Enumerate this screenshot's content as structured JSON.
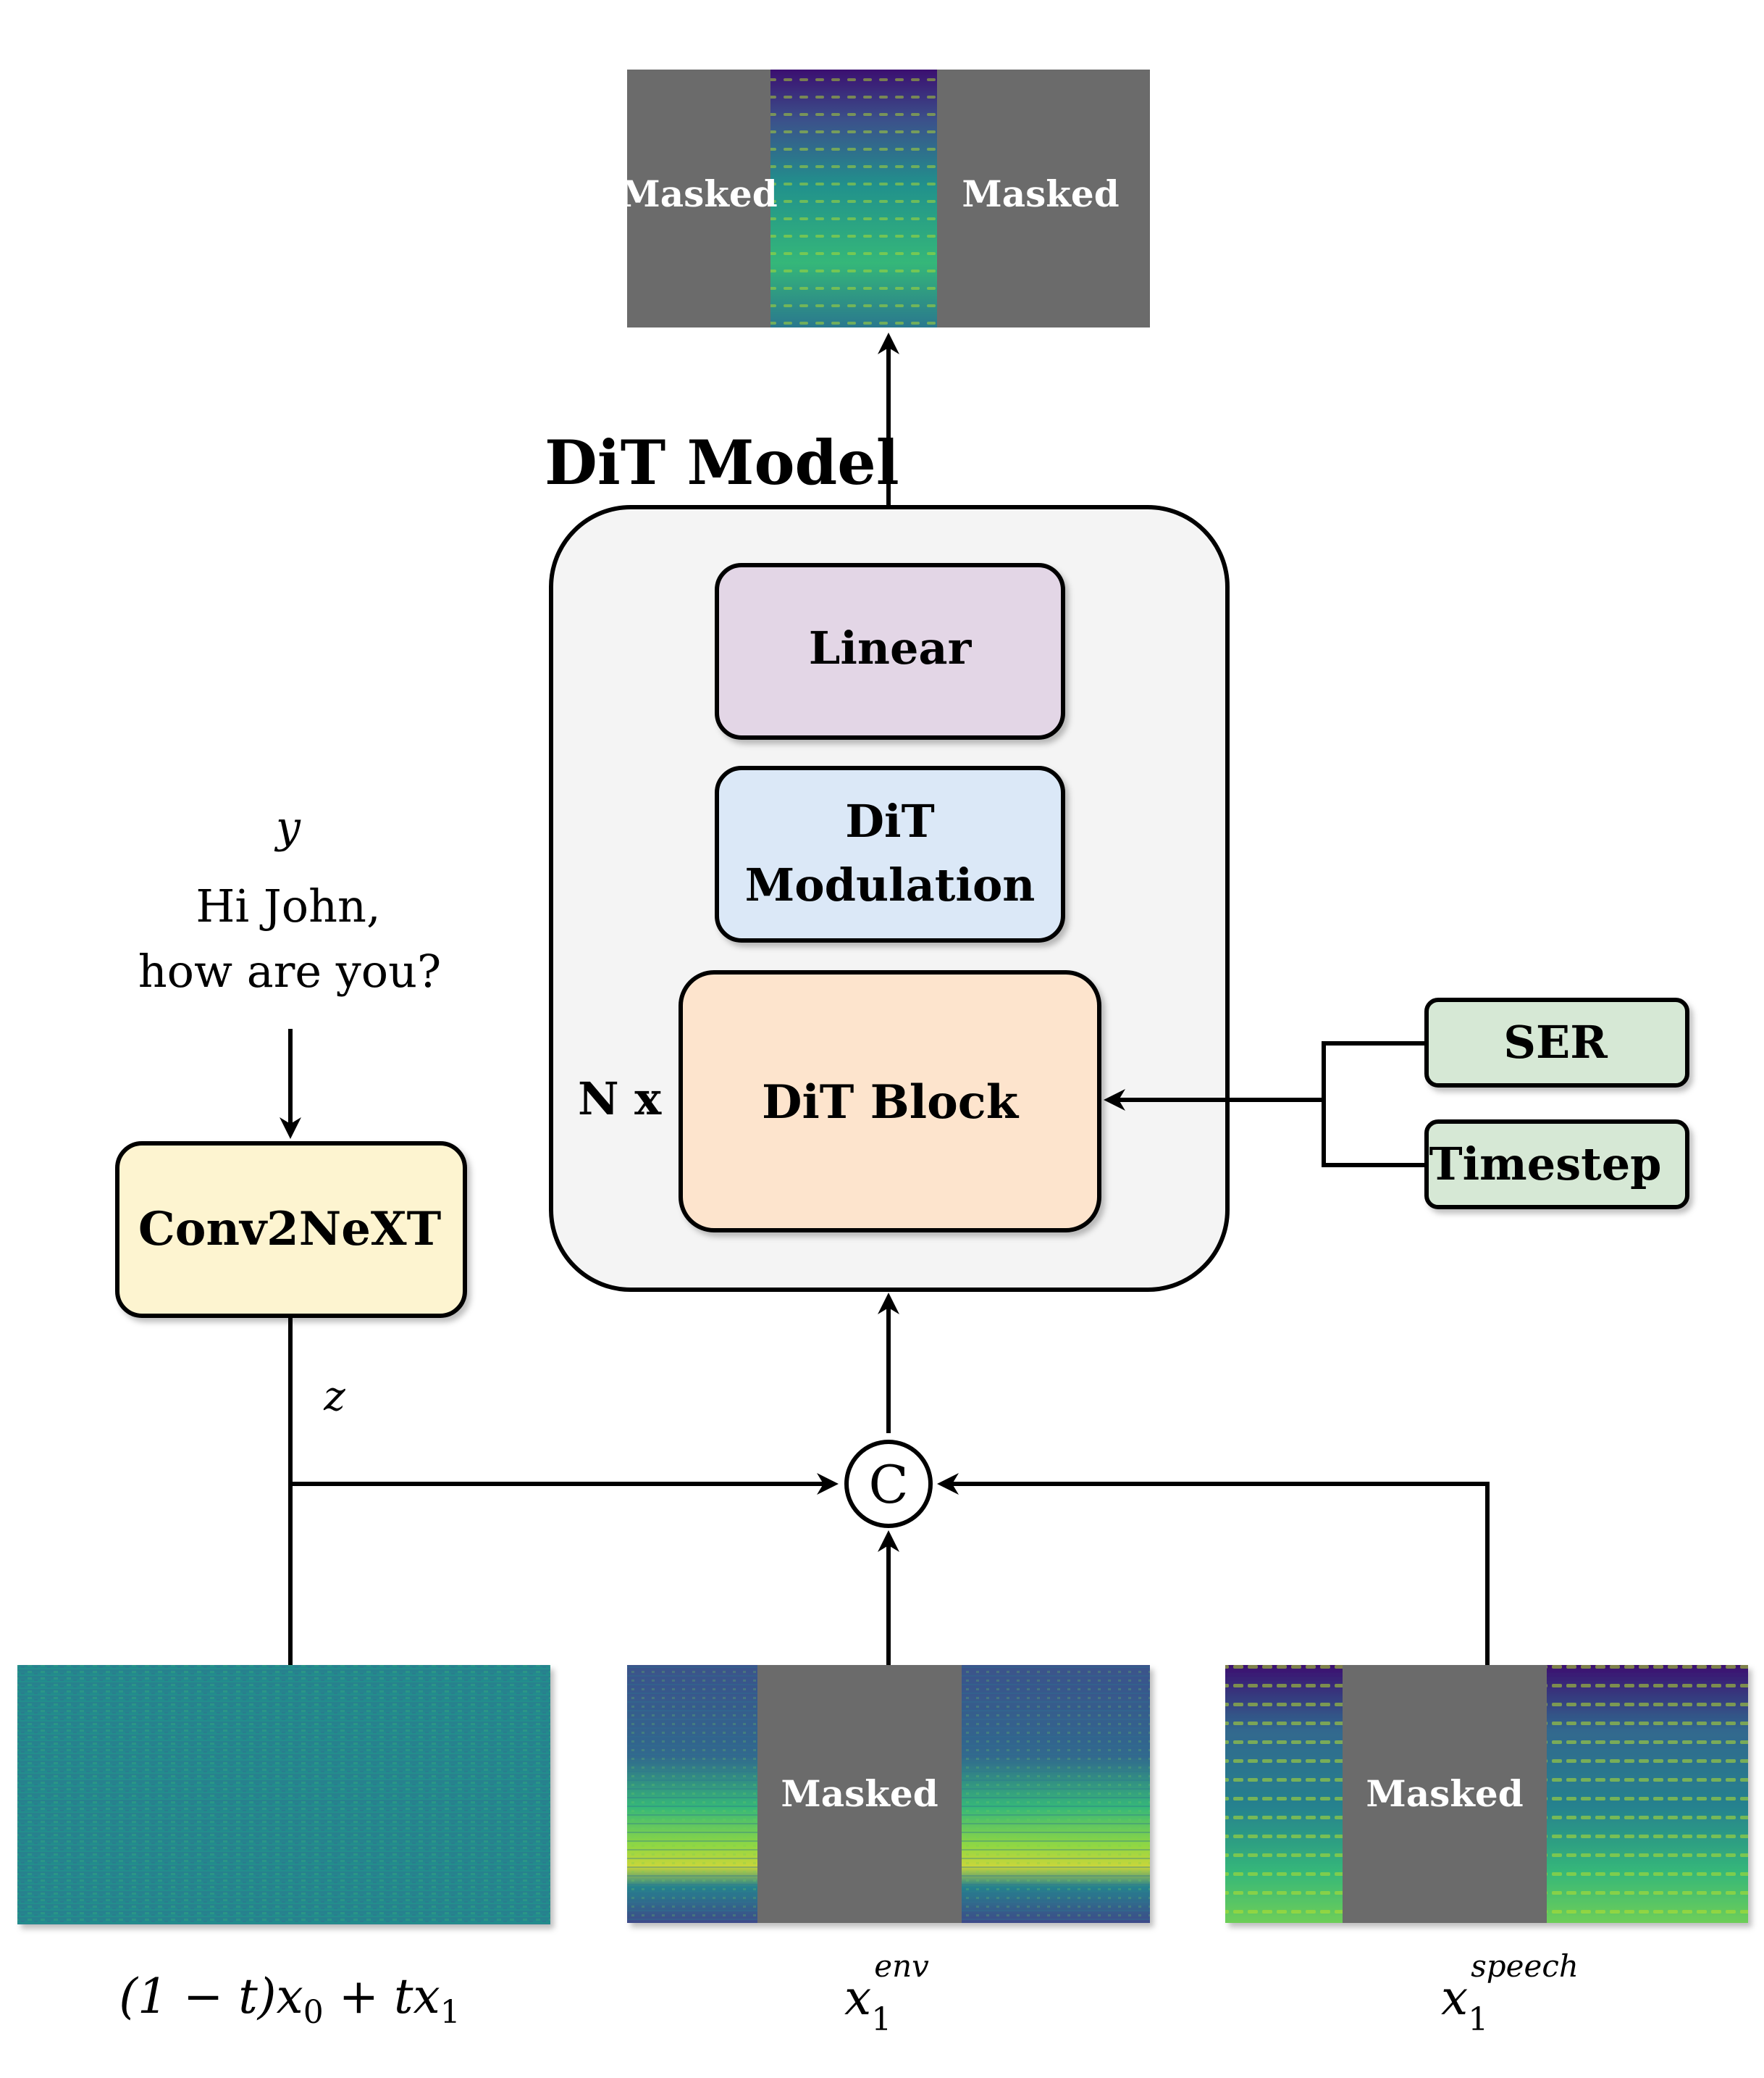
{
  "title": "DiT Model",
  "colors": {
    "mask_gray": "#6b6b6b",
    "container_fill": "#f4f4f4",
    "linear_fill": "#e3d6e6",
    "modulation_fill": "#dbe8f7",
    "block_fill": "#fde4cd",
    "conv_fill": "#fdf4d0",
    "cond_fill": "#d6e8d5"
  },
  "output_spectrogram": {
    "mask_left": "Masked",
    "mask_right": "Masked"
  },
  "blocks": {
    "linear": "Linear",
    "modulation_line1": "DiT",
    "modulation_line2": "Modulation",
    "dit_block": "DiT Block",
    "repeat": "N x"
  },
  "text_input": {
    "symbol": "y",
    "line1": "Hi John,",
    "line2": "how are you?"
  },
  "conv2next": "Conv2NeXT",
  "z_label": "z",
  "concat_symbol": "C",
  "conditions": {
    "ser": "SER",
    "timestep": "Timestep"
  },
  "inputs": {
    "noisy": {
      "label_main": "(1 − t)x",
      "sub0": "0",
      "label_mid": " + tx",
      "sub1": "1"
    },
    "env": {
      "mask": "Masked",
      "base": "x",
      "sub": "1",
      "sup": "env"
    },
    "speech": {
      "mask": "Masked",
      "base": "x",
      "sub": "1",
      "sup": "speech"
    }
  }
}
